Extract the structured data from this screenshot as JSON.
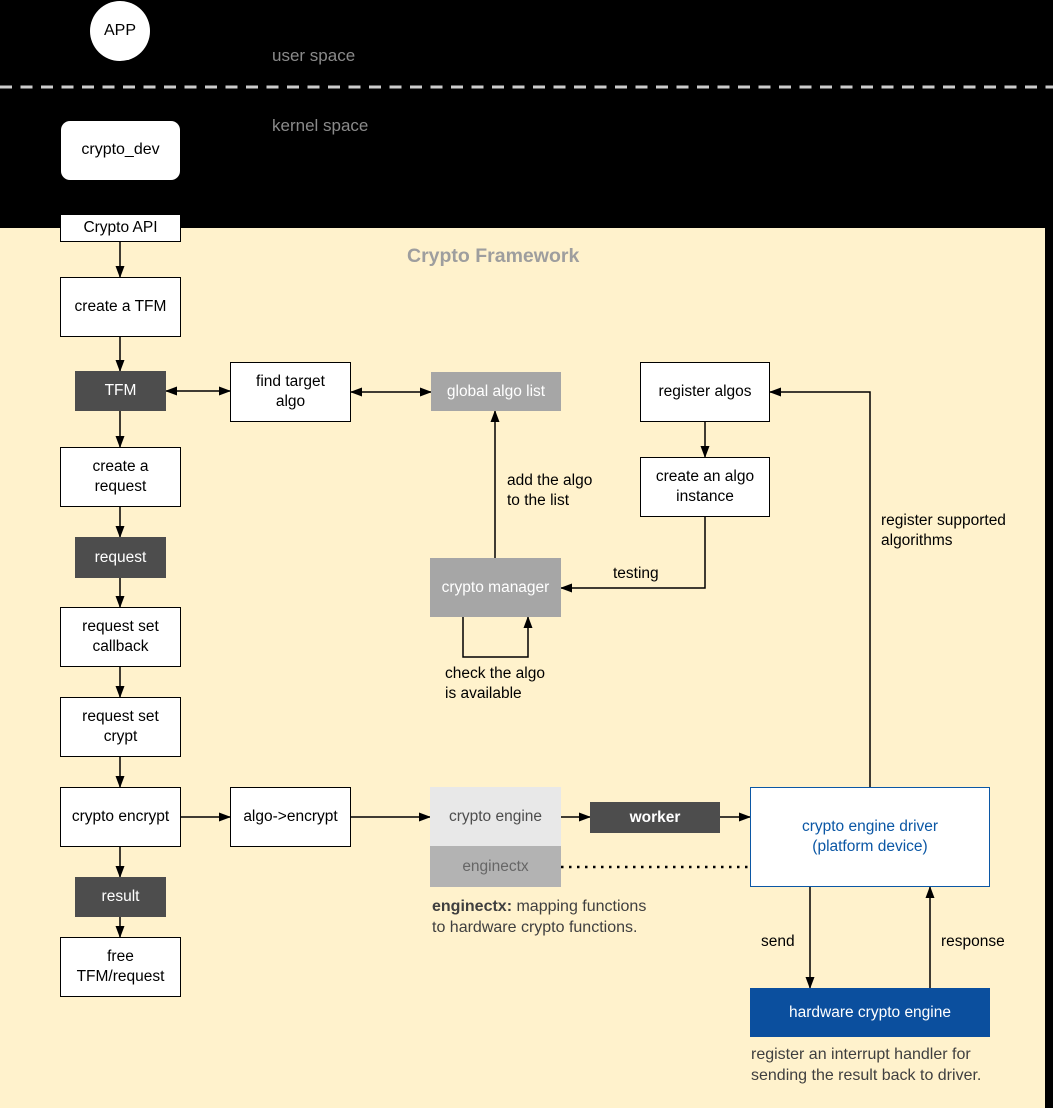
{
  "header": {
    "app_label": "APP",
    "user_space_label": "user space",
    "kernel_space_label": "kernel space",
    "crypto_dev_label": "crypto_dev"
  },
  "framework_title": "Crypto Framework",
  "nodes": {
    "crypto_api": {
      "label": "Crypto API"
    },
    "create_tfm": {
      "label": "create a TFM"
    },
    "tfm": {
      "label": "TFM"
    },
    "create_request": {
      "label": "create a\nrequest"
    },
    "request": {
      "label": "request"
    },
    "request_set_callback": {
      "label": "request set\ncallback"
    },
    "request_set_crypt": {
      "label": "request set\ncrypt"
    },
    "crypto_encrypt": {
      "label": "crypto encrypt"
    },
    "result": {
      "label": "result"
    },
    "free_tfm_request": {
      "label": "free\nTFM/request"
    },
    "find_target_algo": {
      "label": "find target\nalgo"
    },
    "global_algo_list": {
      "label": "global algo list"
    },
    "register_algos": {
      "label": "register algos"
    },
    "create_algo_instance": {
      "label": "create an algo\ninstance"
    },
    "crypto_manager": {
      "label": "crypto manager"
    },
    "algo_encrypt": {
      "label": "algo->encrypt"
    },
    "crypto_engine": {
      "label": "crypto engine"
    },
    "enginectx": {
      "label": "enginectx"
    },
    "worker": {
      "label": "worker"
    },
    "crypto_engine_driver": {
      "label": "crypto engine driver\n(platform device)"
    },
    "hardware_crypto_engine": {
      "label": "hardware crypto engine"
    }
  },
  "annotations": {
    "add_algo": "add the algo\nto the list",
    "check_algo": "check the algo\nis available",
    "testing": "testing",
    "register_supported": "register supported\nalgorithms",
    "send": "send",
    "response": "response",
    "enginectx_caption_bold": "enginectx:",
    "enginectx_caption_rest": " mapping functions\nto hardware crypto functions.",
    "hw_caption": "register an interrupt handler for\nsending the result back to driver."
  },
  "colors": {
    "background": "#000000",
    "panel": "#FFF2CC",
    "dark_box": "#4D4D4D",
    "gray_box": "#A6A6A6",
    "light_gray_box": "#E8E8E8",
    "medium_gray_box": "#B3B3B3",
    "blue_accent": "#0B57A5",
    "blue_fill": "#0B4F9E",
    "title_gray": "#9E9E9E",
    "space_label_gray": "#8A8A8A"
  }
}
